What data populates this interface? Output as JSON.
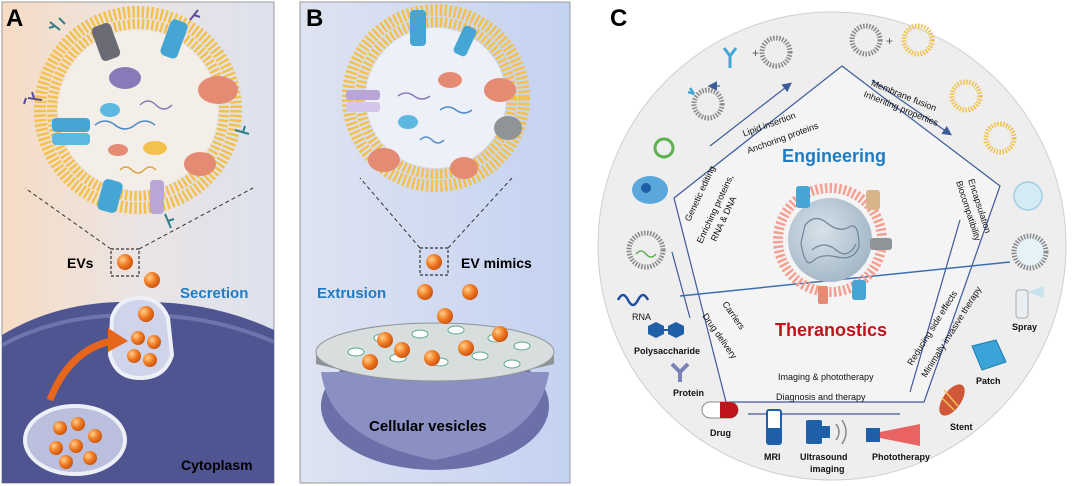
{
  "panels": {
    "a": {
      "letter": "A",
      "evs": "EVs",
      "secretion": "Secretion",
      "cytoplasm": "Cytoplasm"
    },
    "b": {
      "letter": "B",
      "ev_mimics": "EV mimics",
      "extrusion": "Extrusion",
      "cellular_vesicles": "Cellular vesicles"
    },
    "c": {
      "letter": "C",
      "engineering": "Engineering",
      "theranostics": "Theranostics",
      "lipid_insertion": "Lipid insertion",
      "anchoring_proteins": "Anchoring proteins",
      "membrane_fusion": "Membrane fusion",
      "inheriting_properties": "Inheriting properties",
      "genetic_editing": "Genetic editing",
      "enriching_1": "Enriching proteins,",
      "enriching_2": "RNA & DNA",
      "encapsulation": "Encapsulation",
      "biocompatibility": "Biocompatibility",
      "carriers": "Carriers",
      "drug_delivery": "Drug delivery",
      "reducing_side_effects": "Reducing side effects",
      "minimally_invasive": "Minimally invasive therapy",
      "imaging_phototherapy": "Imaging & phototherapy",
      "diagnosis_therapy": "Diagnosis and therapy",
      "rna": "RNA",
      "polysaccharide": "Polysaccharide",
      "protein": "Protein",
      "drug": "Drug",
      "mri": "MRI",
      "ultrasound_1": "Ultrasound",
      "ultrasound_2": "imaging",
      "phototherapy": "Phototherapy",
      "spray": "Spray",
      "patch": "Patch",
      "stent": "Stent"
    }
  },
  "colors": {
    "accent_blue": "#1f7cc1",
    "accent_red": "#c0141b",
    "vesicle_orange": "#e8661c",
    "membrane_gold": "#f2c14e",
    "cell_purple": "#4f5590"
  }
}
